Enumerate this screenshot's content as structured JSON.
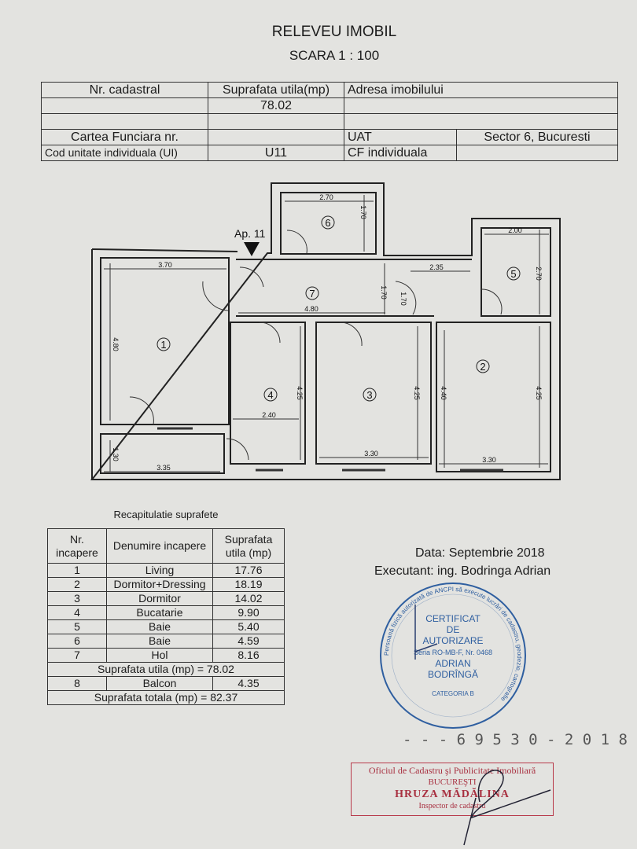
{
  "header": {
    "title": "RELEVEU IMOBIL",
    "scale": "SCARA  1 : 100"
  },
  "info_table": {
    "nr_cadastral_label": "Nr. cadastral",
    "suprafata_label": "Suprafata utila(mp)",
    "adresa_label": "Adresa imobilului",
    "suprafata_value": "78.02",
    "carte_funciara_label": "Cartea Funciara nr.",
    "uat_label": "UAT",
    "uat_value": "Sector 6, Bucuresti",
    "cod_ui_label": "Cod unitate individuala (UI)",
    "cod_ui_value": "U11",
    "cf_label": "CF individuala"
  },
  "plan": {
    "apartment_label": "Ap. 11",
    "rooms": [
      "1",
      "2",
      "3",
      "4",
      "5",
      "6",
      "7"
    ],
    "dimensions": {
      "bath6_w": "2.70",
      "bath6_h": "1.70",
      "bath5_w": "2.00",
      "bath5_h": "2.70",
      "living_w": "3.70",
      "living_h": "4.80",
      "hall_w": "4.80",
      "hall_h": "1.70",
      "hall_h2": "1.70",
      "hall_seg": "2.35",
      "kitchen_w": "2.40",
      "kitchen_h": "4.25",
      "room3_w": "3.30",
      "room3_h": "4.25",
      "room2_w": "3.30",
      "room2_h": "4.25",
      "room2_h2": "4.40",
      "balcony_w": "3.35",
      "balcony_h": "1.30"
    }
  },
  "recap": {
    "title": "Recapitulatie suprafete",
    "headers": [
      "Nr. incapere",
      "Denumire incapere",
      "Suprafata utila (mp)"
    ],
    "rows": [
      {
        "nr": "1",
        "name": "Living",
        "area": "17.76"
      },
      {
        "nr": "2",
        "name": "Dormitor+Dressing",
        "area": "18.19"
      },
      {
        "nr": "3",
        "name": "Dormitor",
        "area": "14.02"
      },
      {
        "nr": "4",
        "name": "Bucatarie",
        "area": "9.90"
      },
      {
        "nr": "5",
        "name": "Baie",
        "area": "5.40"
      },
      {
        "nr": "6",
        "name": "Baie",
        "area": "4.59"
      },
      {
        "nr": "7",
        "name": "Hol",
        "area": "8.16"
      }
    ],
    "subtotal": "Suprafata utila (mp) = 78.02",
    "balcony": {
      "nr": "8",
      "name": "Balcon",
      "area": "4.35"
    },
    "total": "Suprafata totala (mp) = 82.37"
  },
  "signature": {
    "date": "Data: Septembrie 2018",
    "executant": "Executant: ing. Bodringa  Adrian"
  },
  "stamp_blue": {
    "ring_text": "Persoană fizică autorizată de ANCPI să execute lucrări de cadastru, geodezie, cartografie",
    "line1": "CERTIFICAT",
    "line2": "DE",
    "line3": "AUTORIZARE",
    "serie": "Seria RO-MB-F, Nr. 0468",
    "name1": "ADRIAN",
    "name2": "BODRÎNGĂ",
    "category": "CATEGORIA B",
    "color": "#2f5fa0"
  },
  "registration_number": "- - - 6 9 5 3 0 - 2 0 1 8",
  "stamp_red": {
    "line1": "Oficiul de Cadastru şi Publicitate Imobiliară",
    "line2": "BUCUREŞTI",
    "line3": "HRUZA MĂDĂLINA",
    "line4": "Inspector de cadastru",
    "color": "#a83040"
  }
}
